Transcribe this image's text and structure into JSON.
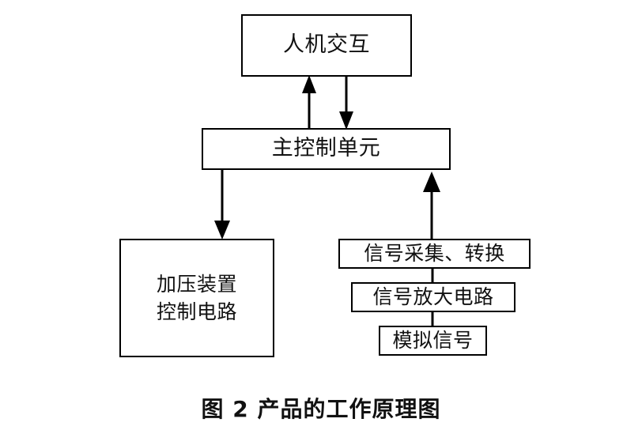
{
  "figure": {
    "caption": "图 2  产品的工作原理图",
    "background_color": "#ffffff",
    "line_color": "#000000",
    "text_color": "#111111"
  },
  "nodes": {
    "hmi": {
      "label": "人机交互"
    },
    "mcu": {
      "label": "主控制单元"
    },
    "pressure": {
      "label": "加压装置\n控制电路"
    },
    "acquire": {
      "label": "信号采集、转换"
    },
    "amplify": {
      "label": "信号放大电路"
    },
    "analog": {
      "label": "模拟信号"
    }
  },
  "edges": [
    {
      "name": "mcu-to-hmi",
      "from": "mcu",
      "to": "hmi",
      "arrow": "up"
    },
    {
      "name": "hmi-to-mcu",
      "from": "hmi",
      "to": "mcu",
      "arrow": "down"
    },
    {
      "name": "mcu-to-pressure",
      "from": "mcu",
      "to": "pressure",
      "arrow": "down"
    },
    {
      "name": "acquire-to-mcu",
      "from": "acquire",
      "to": "mcu",
      "arrow": "up"
    },
    {
      "name": "amplify-to-acquire",
      "from": "amplify",
      "to": "acquire",
      "arrow": "none"
    },
    {
      "name": "analog-to-amplify",
      "from": "analog",
      "to": "amplify",
      "arrow": "none"
    }
  ]
}
